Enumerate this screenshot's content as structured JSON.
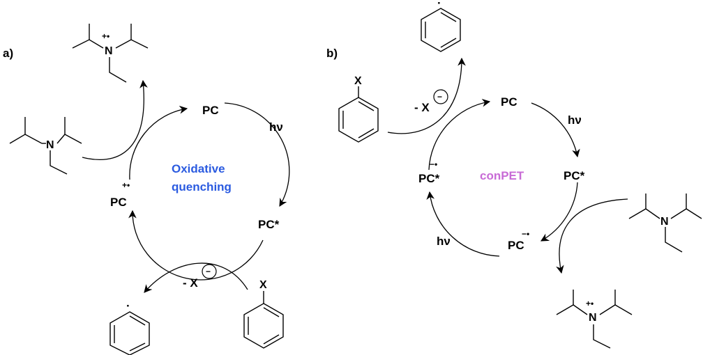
{
  "panel_a": {
    "label": "a)",
    "center_line1": "Oxidative",
    "center_line2": "quenching",
    "center_color": "#2b5be0",
    "pc": "PC",
    "hv": "hν",
    "pc_star": "PC*",
    "pc_cation": "PC",
    "pc_cation_charge": "+•",
    "amine_N": "N",
    "amine_radical_cation_N": "N",
    "amine_radical_cation_charge": "+•",
    "leaving": "- X",
    "leaving_charge": "−",
    "aryl_halide_atom": "X",
    "aryl_radical_dot": "·"
  },
  "panel_b": {
    "label": "b)",
    "center": "conPET",
    "center_color": "#c86bd6",
    "pc": "PC",
    "hv1": "hν",
    "pc_star": "PC*",
    "pc_anion": "PC",
    "pc_anion_charge": "−•",
    "hv2": "hν",
    "pc_anion_star": "PC*",
    "pc_anion_star_charge": "−•",
    "amine_N": "N",
    "amine_radical_cation_N": "N",
    "amine_radical_cation_charge": "+•",
    "leaving": "- X",
    "leaving_charge": "−",
    "aryl_halide_atom": "X",
    "aryl_radical_dot": "·"
  }
}
